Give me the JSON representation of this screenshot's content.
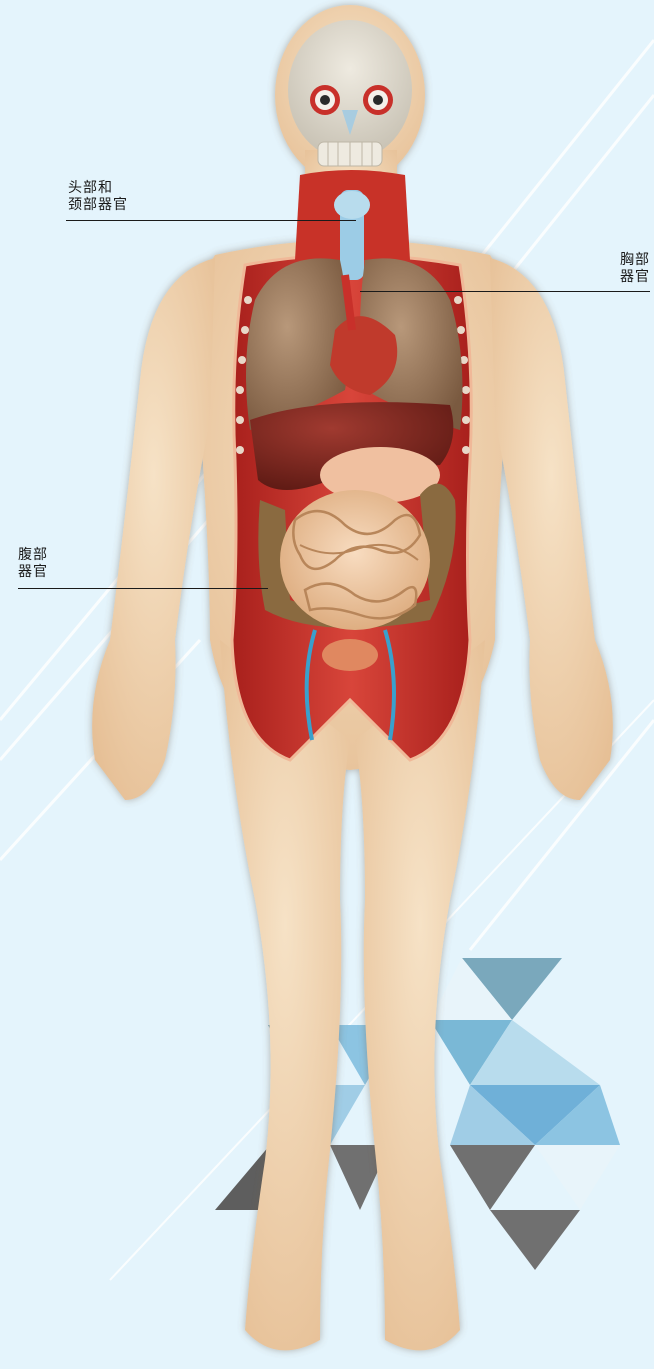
{
  "labels": {
    "head_neck": {
      "line1": "头部和",
      "line2": "颈部器官"
    },
    "thorax": {
      "line1": "胸部",
      "line2": "器官"
    },
    "abdomen": {
      "line1": "腹部",
      "line2": "器官"
    }
  },
  "colors": {
    "background": "#e4f4fc",
    "skin": "#f1d6b2",
    "muscle": "#c8302a",
    "lung": "#9c7a5c",
    "liver": "#7c2820",
    "intestine": "#ecc39a",
    "colon": "#8a6a40",
    "bone": "#dcd6c8",
    "vessel_blue": "#3aa0cc",
    "triangle_blue": "#7ab8d6",
    "triangle_gray": "#707070"
  }
}
